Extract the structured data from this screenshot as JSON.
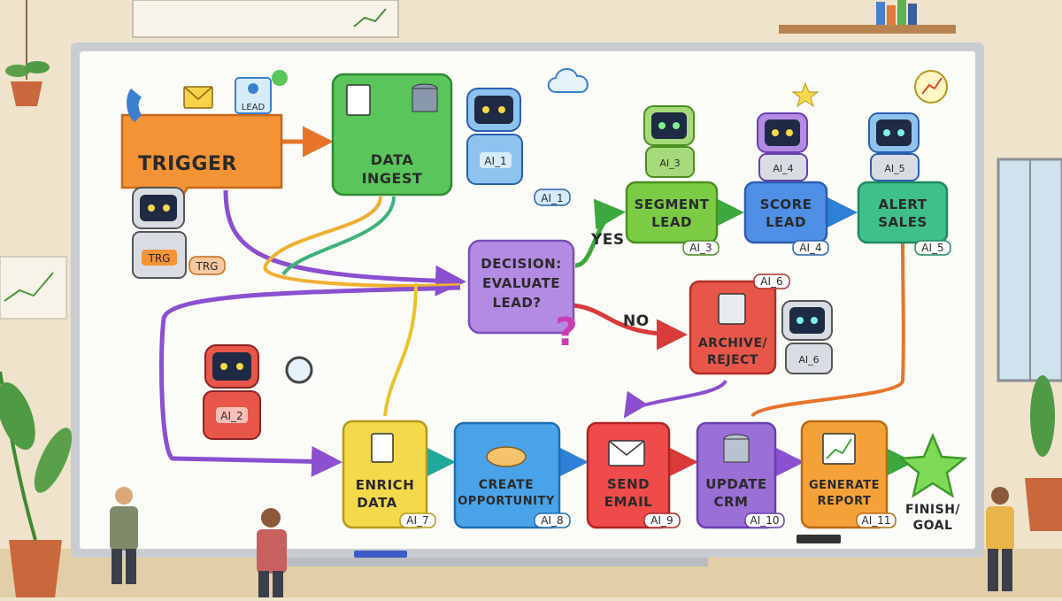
{
  "colors": {
    "trigger": "#f49335",
    "ingest": "#59c55a",
    "segment": "#7ccb45",
    "score": "#4f8fe6",
    "alert": "#3fbf8a",
    "decision": "#b48be3",
    "archive": "#e8564a",
    "enrich": "#f4d94a",
    "create": "#4aa3e8",
    "send": "#ef4b4b",
    "update": "#9a6fd6",
    "report": "#f5a13a",
    "finish": "#7ed957",
    "whiteboard": "#fbfbf8",
    "frame": "#c9ccd1"
  },
  "diagram": {
    "nodes": {
      "trigger": {
        "label": "TRIGGER",
        "icon_tag": "LEAD"
      },
      "ingest": {
        "lines": [
          "DATA",
          "INGEST"
        ]
      },
      "segment": {
        "lines": [
          "SEGMENT",
          "LEAD"
        ],
        "tag": "AI_3"
      },
      "score": {
        "lines": [
          "SCORE",
          "LEAD"
        ],
        "tag": "AI_4"
      },
      "alert": {
        "lines": [
          "ALERT",
          "SALES"
        ],
        "tag": "AI_5"
      },
      "decision": {
        "lines": [
          "DECISION:",
          "EVALUATE",
          "LEAD?"
        ]
      },
      "archive": {
        "lines": [
          "ARCHIVE/",
          "REJECT"
        ],
        "tag": "AI_6"
      },
      "enrich": {
        "lines": [
          "ENRICH",
          "DATA"
        ],
        "tag": "AI_7"
      },
      "create": {
        "lines": [
          "CREATE",
          "OPPORTUNITY"
        ],
        "tag": "AI_8"
      },
      "send": {
        "lines": [
          "SEND",
          "EMAIL"
        ],
        "tag": "AI_9"
      },
      "update": {
        "lines": [
          "UPDATE",
          "CRM"
        ],
        "tag": "AI_10"
      },
      "report": {
        "lines": [
          "GENERATE",
          "REPORT"
        ],
        "tag": "AI_11"
      },
      "finish": {
        "lines": [
          "FINISH/",
          "GOAL"
        ]
      }
    },
    "edge_labels": {
      "yes": "YES",
      "no": "NO"
    },
    "robots": {
      "trg": {
        "badge": "TRG",
        "tag": "TRG"
      },
      "ai1": {
        "badge": "AI_1",
        "tag": "AI_1"
      },
      "ai2": {
        "badge": "AI_2"
      },
      "ai3": {
        "badge": "AI_3"
      },
      "ai4": {
        "badge": "AI_4"
      },
      "ai5": {
        "badge": "AI_5"
      },
      "ai6": {
        "badge": "AI_6"
      }
    },
    "question_mark": "?"
  }
}
